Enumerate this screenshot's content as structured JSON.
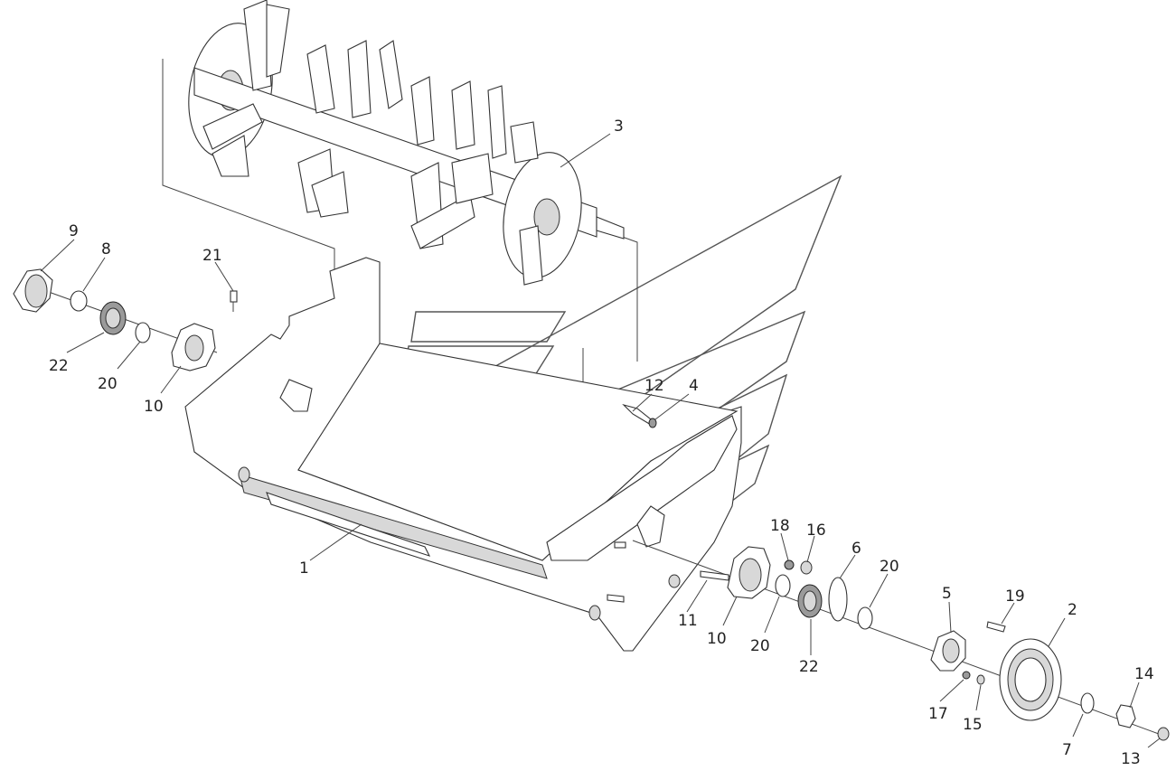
{
  "callouts": [
    {
      "id": "c1",
      "label": "1"
    },
    {
      "id": "c2",
      "label": "2"
    },
    {
      "id": "c3",
      "label": "3"
    },
    {
      "id": "c4",
      "label": "4"
    },
    {
      "id": "c5",
      "label": "5"
    },
    {
      "id": "c6",
      "label": "6"
    },
    {
      "id": "c7",
      "label": "7"
    },
    {
      "id": "c8",
      "label": "8"
    },
    {
      "id": "c9",
      "label": "9"
    },
    {
      "id": "c10a",
      "label": "10"
    },
    {
      "id": "c10b",
      "label": "10"
    },
    {
      "id": "c11",
      "label": "11"
    },
    {
      "id": "c12",
      "label": "12"
    },
    {
      "id": "c13",
      "label": "13"
    },
    {
      "id": "c14",
      "label": "14"
    },
    {
      "id": "c15",
      "label": "15"
    },
    {
      "id": "c16",
      "label": "16"
    },
    {
      "id": "c17",
      "label": "17"
    },
    {
      "id": "c18",
      "label": "18"
    },
    {
      "id": "c19",
      "label": "19"
    },
    {
      "id": "c20a",
      "label": "20"
    },
    {
      "id": "c20b",
      "label": "20"
    },
    {
      "id": "c20c",
      "label": "20"
    },
    {
      "id": "c21",
      "label": "21"
    },
    {
      "id": "c22a",
      "label": "22"
    },
    {
      "id": "c22b",
      "label": "22"
    }
  ]
}
